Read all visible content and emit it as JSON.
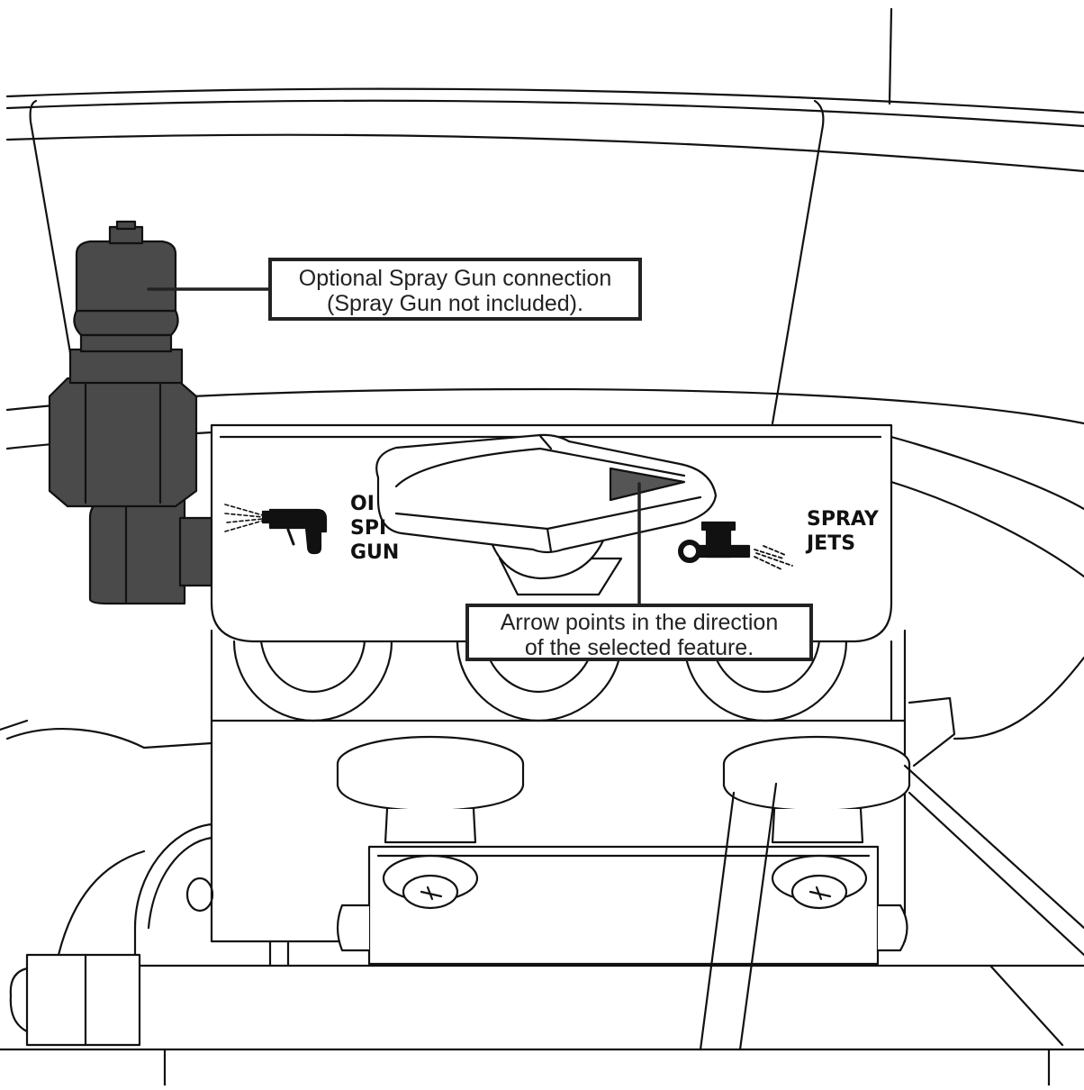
{
  "callouts": {
    "spray_gun_connection": {
      "line1": "Optional Spray Gun connection",
      "line2": "(Spray Gun not included)."
    },
    "arrow_direction": {
      "line1": "Arrow points in the direction",
      "line2": "of the selected feature."
    }
  },
  "panel_labels": {
    "left": {
      "line1": "OI",
      "line2": "SPI",
      "line3": "GUN"
    },
    "right": {
      "line1": "SPRAY",
      "line2": "JETS"
    }
  },
  "icons": {
    "left": "spray-gun-icon",
    "right": "spray-jets-icon"
  },
  "colors": {
    "line": "#111111",
    "fitting": "#4a4a4a",
    "arrow": "#555555",
    "background": "#ffffff"
  }
}
